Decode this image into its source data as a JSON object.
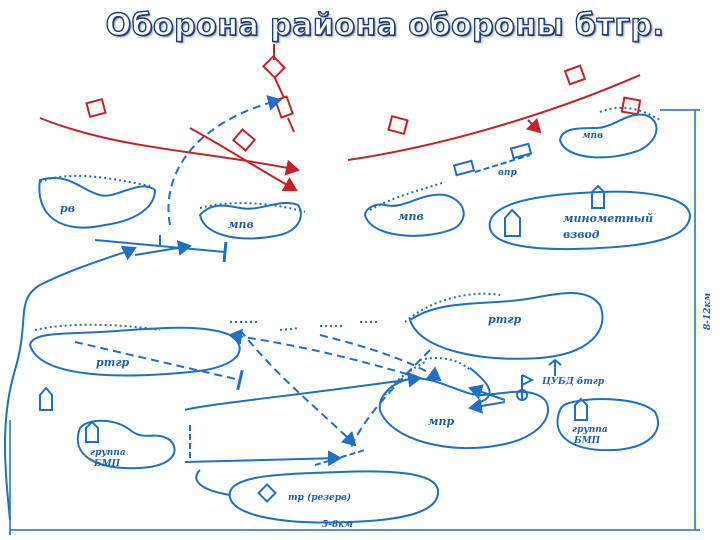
{
  "title": "Оборона района обороны бтгр.",
  "colors": {
    "blue": "#1f6fc4",
    "red": "#c8202a",
    "title_outline": "#1c3f7a"
  },
  "labels": {
    "rv": "рв",
    "mpv_left": "мпв",
    "mpv_center": "мпв",
    "mpv_top_right": "мпв",
    "vpr": "впр",
    "mortar_line1": "минометный",
    "mortar_line2": "взвод",
    "rtgr_right": "ртгр",
    "rtgr_left": "ртгр",
    "mpr": "мпр",
    "tsubd": "ЦУБД бтгр",
    "bmp_group_left_1": "группа",
    "bmp_group_left_2": "БМП",
    "bmp_group_right_1": "группа",
    "bmp_group_right_2": "БМП",
    "reserve": "тр (резерв)",
    "width_label": "5-8км",
    "depth_label": "8-12км"
  }
}
